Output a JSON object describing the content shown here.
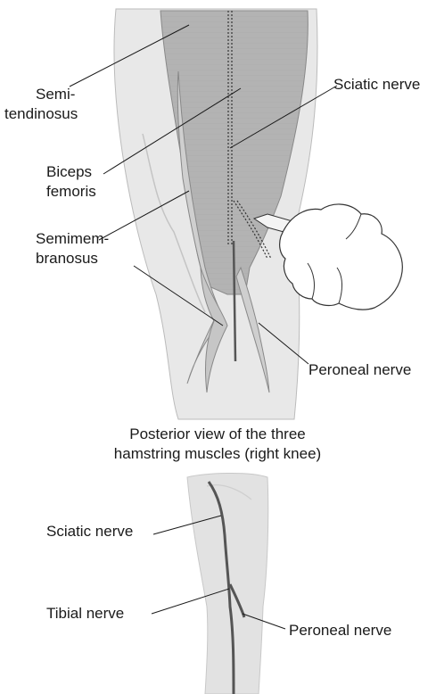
{
  "top_figure": {
    "labels": {
      "semitendinosus_line1": "Semi-",
      "semitendinosus_line2": "tendinosus",
      "biceps_line1": "Biceps",
      "biceps_line2": "femoris",
      "semimembranosus_line1": "Semimem-",
      "semimembranosus_line2": "branosus",
      "sciatic_nerve": "Sciatic nerve",
      "peroneal_nerve": "Peroneal nerve"
    },
    "caption_line1": "Posterior view of the three",
    "caption_line2": "hamstring muscles (right knee)"
  },
  "bottom_figure": {
    "labels": {
      "sciatic_nerve": "Sciatic nerve",
      "tibial_nerve": "Tibial nerve",
      "peroneal_nerve": "Peroneal nerve"
    }
  },
  "colors": {
    "muscle_fill": "#b3b3b3",
    "leg_fill": "#e2e2e2",
    "nerve": "#555555",
    "outline": "#8c8c8c"
  }
}
